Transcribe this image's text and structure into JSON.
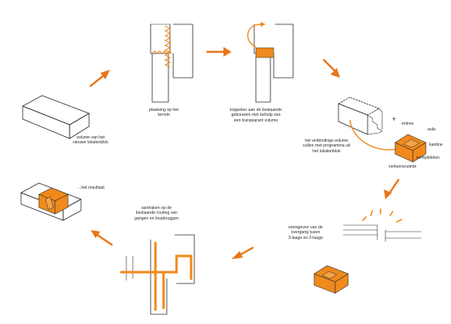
{
  "colors": {
    "accent": "#f08a1c",
    "line": "#2b2b2b",
    "arrow": "#e8761a"
  },
  "steps": [
    {
      "id": "volume",
      "caption_lines": [
        "volume van het",
        "nieuwe lokalenblok"
      ]
    },
    {
      "id": "placement",
      "caption_lines": [
        "plaatsing op het",
        "terrein"
      ]
    },
    {
      "id": "coupling",
      "caption_lines": [
        "koppelen aan de bestaande",
        "gebouwen met behulp van",
        "een transparant volume"
      ]
    },
    {
      "id": "program",
      "caption_lines": [
        "het verbindings-volume",
        "vullen met programma uit",
        "het lokalenblok"
      ],
      "labels": {
        "entree": "entree",
        "aula": "aula",
        "kantine": "kantine",
        "werkplekken": "werkplekken",
        "verkeersruimte": "verkeersruimte",
        "plus": "+"
      }
    },
    {
      "id": "transition",
      "caption_lines": [
        "vormgeven van de",
        "overgang tusen",
        "3-laags en 2-laags"
      ]
    },
    {
      "id": "routing",
      "caption_lines": [
        "aanhaken op de",
        "bestaande routing van",
        "gangen en loopbruggen"
      ]
    },
    {
      "id": "result",
      "caption_lines": [
        "...het resultaat"
      ]
    }
  ]
}
